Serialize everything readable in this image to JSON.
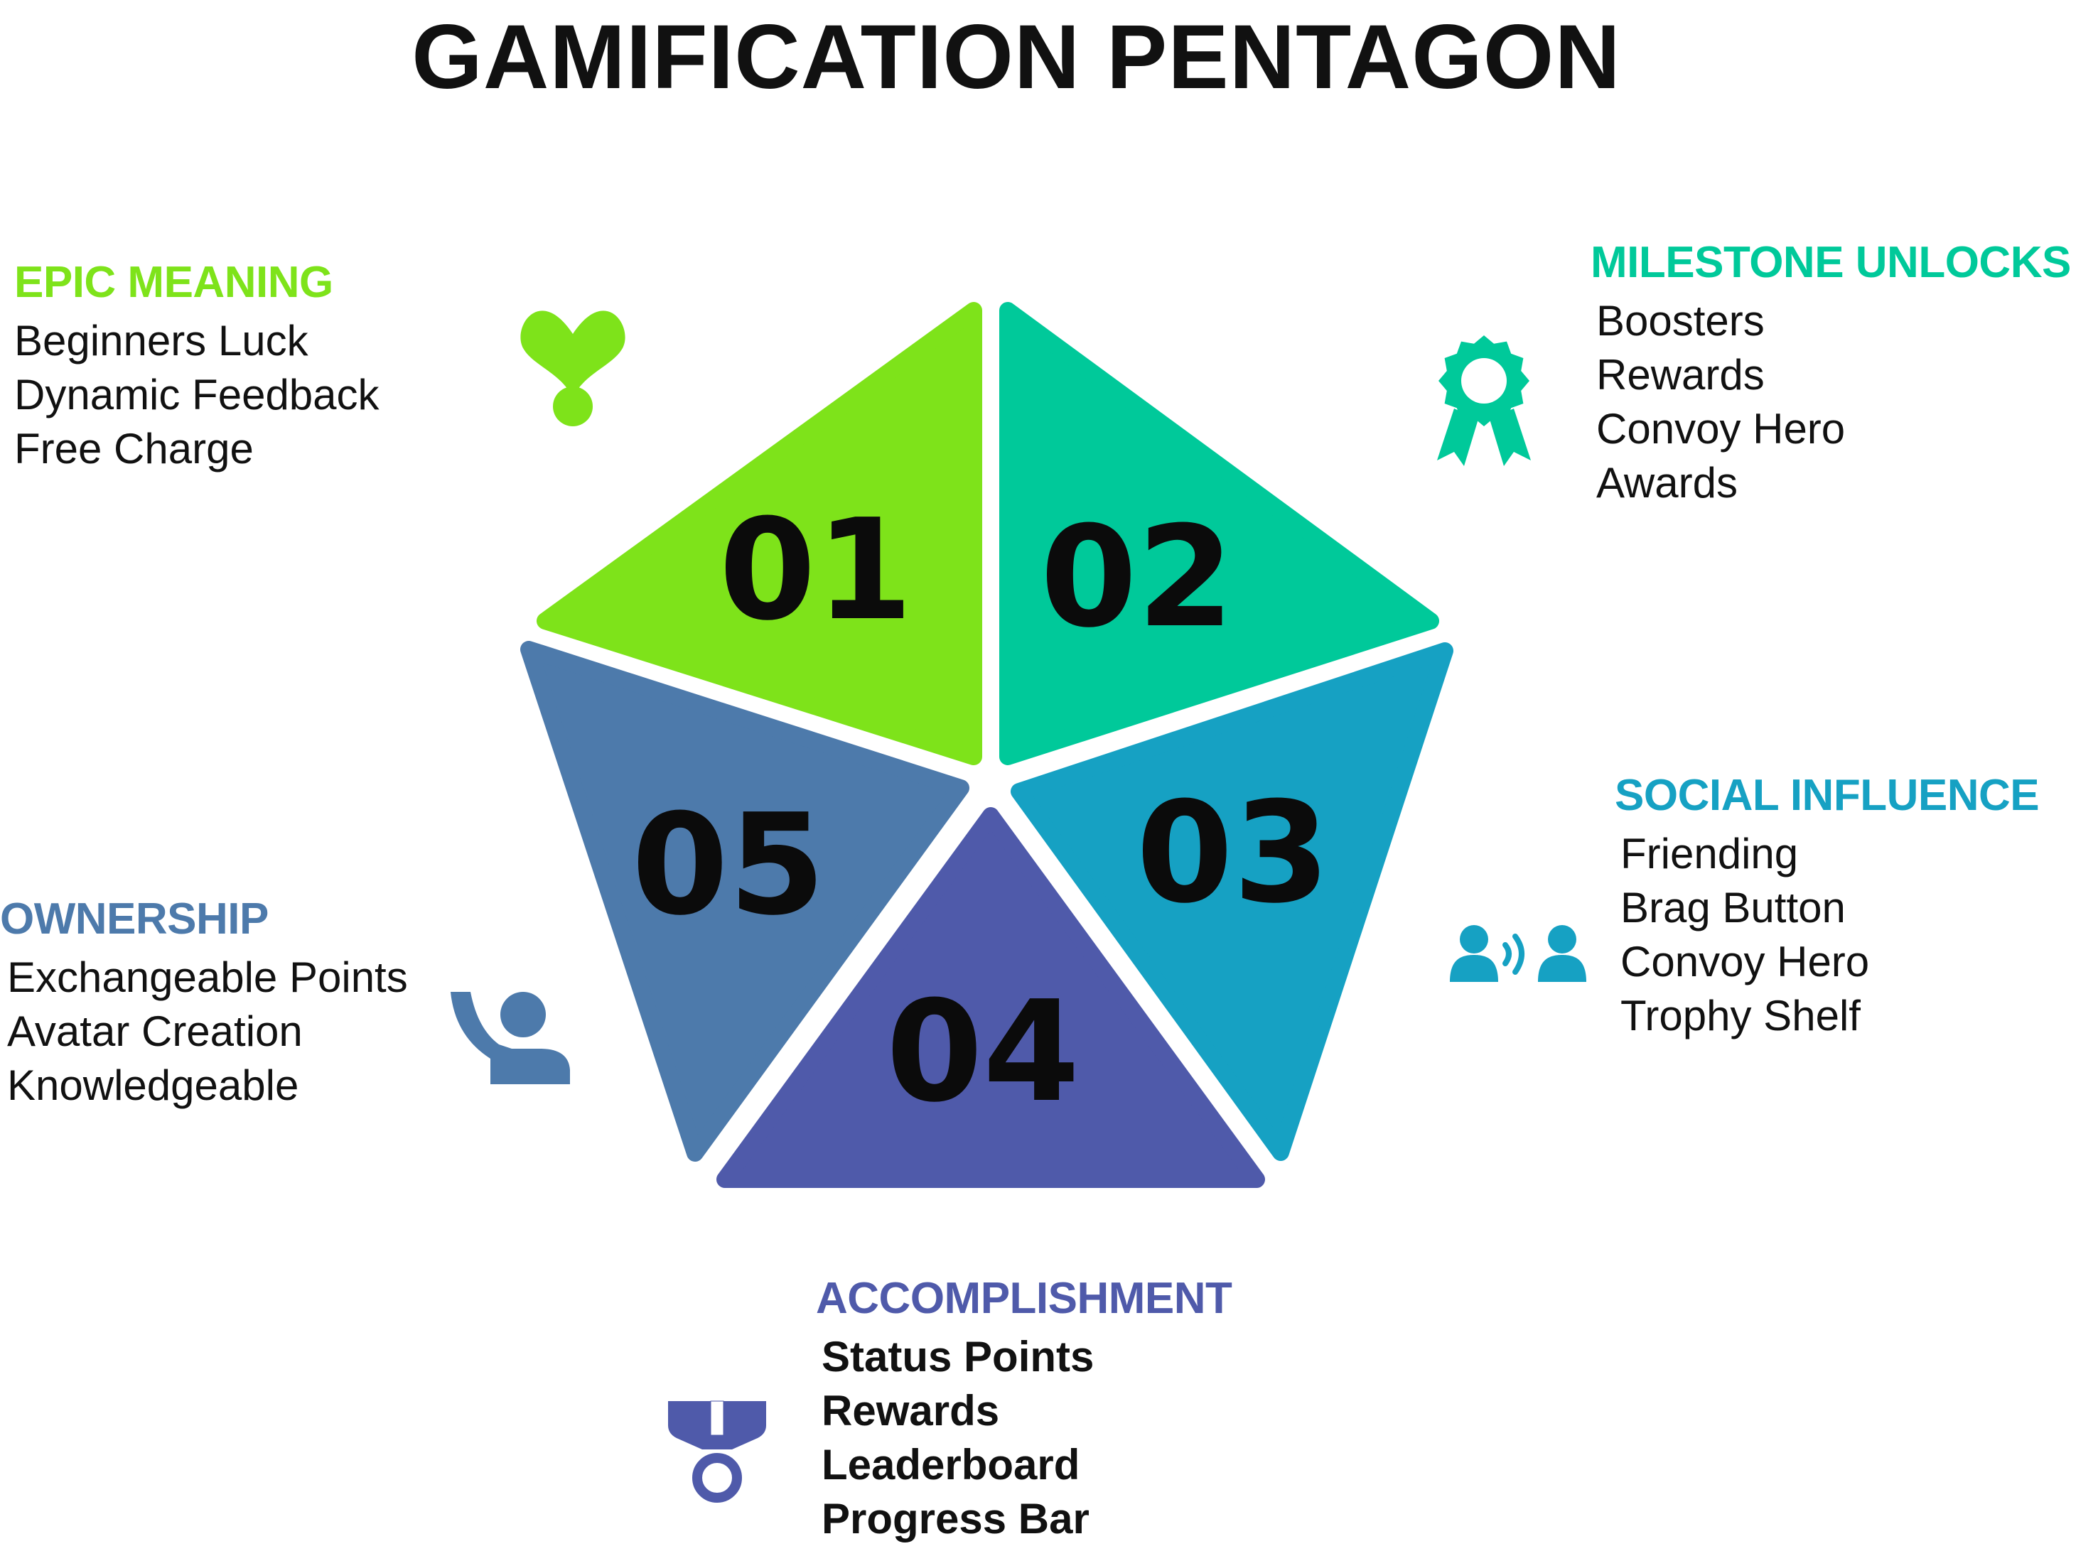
{
  "title": "GAMIFICATION PENTAGON",
  "colors": {
    "green": "#7ee31a",
    "teal": "#00c99a",
    "cyan": "#16a1c3",
    "indigo": "#4f5aaa",
    "steel_blue": "#4d7aab"
  },
  "segments": [
    {
      "number": "01",
      "heading": "EPIC MEANING",
      "icon": "heart-drop-icon",
      "items": [
        "Beginners Luck",
        "Dynamic Feedback",
        "Free Charge"
      ]
    },
    {
      "number": "02",
      "heading": "MILESTONE UNLOCKS",
      "icon": "award-ribbon-icon",
      "items": [
        "Boosters",
        "Rewards",
        "Convoy Hero",
        "Awards"
      ]
    },
    {
      "number": "03",
      "heading": "SOCIAL INFLUENCE",
      "icon": "people-talking-icon",
      "items": [
        "Friending",
        "Brag Button",
        "Convoy Hero",
        "Trophy Shelf"
      ]
    },
    {
      "number": "04",
      "heading": "ACCOMPLISHMENT",
      "icon": "medal-icon",
      "items": [
        "Status Points",
        "Rewards",
        "Leaderboard",
        "Progress Bar"
      ]
    },
    {
      "number": "05",
      "heading": "OWNERSHIP",
      "icon": "person-raising-hand-icon",
      "items": [
        "Exchangeable Points",
        "Avatar Creation",
        "Knowledgeable"
      ]
    }
  ]
}
